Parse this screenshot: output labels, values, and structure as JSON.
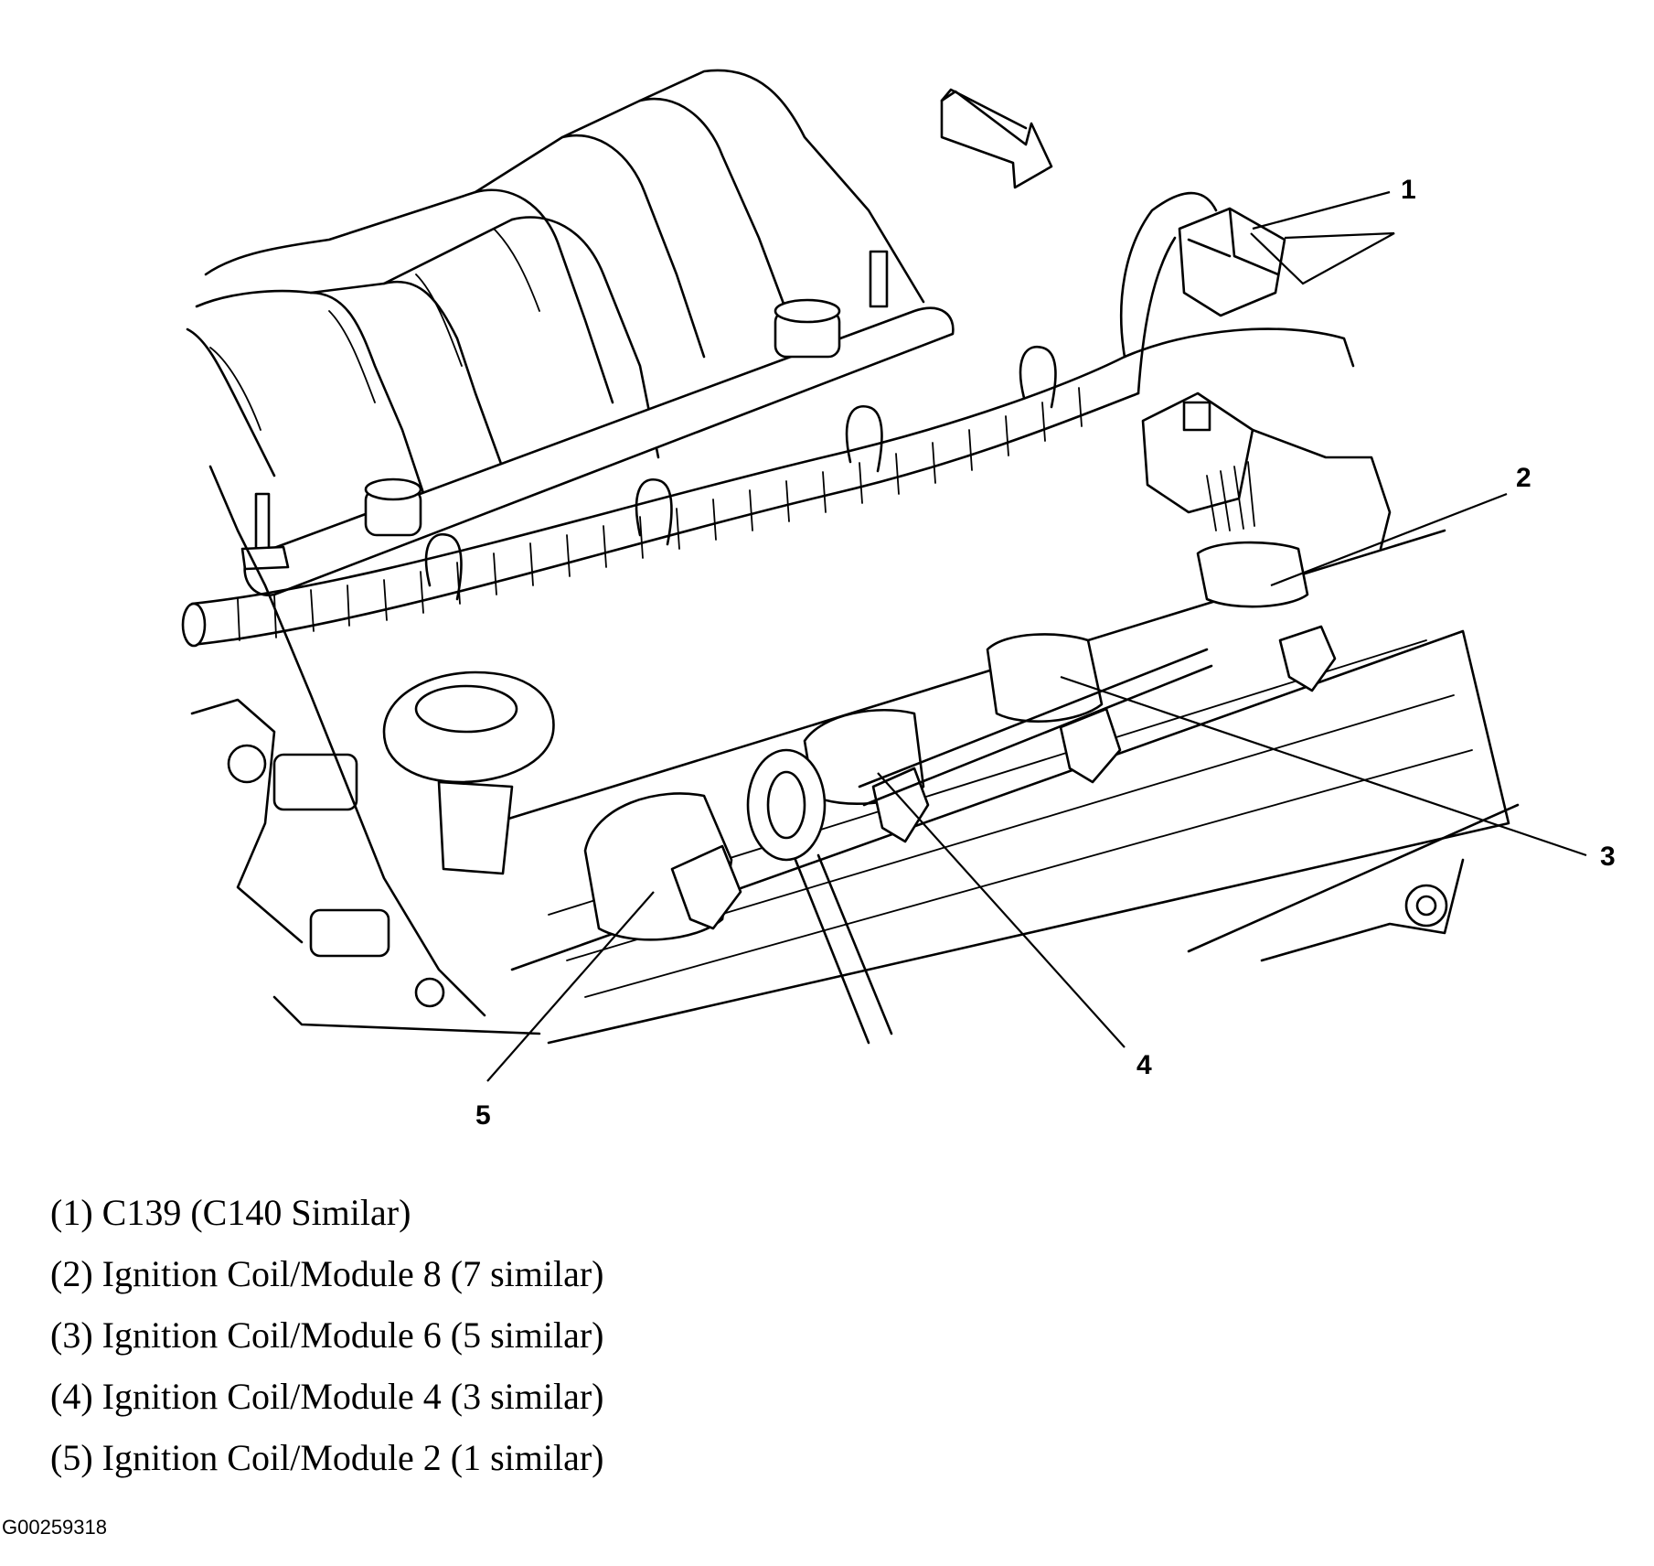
{
  "callouts": [
    "1",
    "2",
    "3",
    "4",
    "5"
  ],
  "legend": [
    "(1) C139 (C140 Similar)",
    "(2) Ignition Coil/Module 8 (7 similar)",
    "(3) Ignition Coil/Module 6 (5 similar)",
    "(4) Ignition Coil/Module 4 (3 similar)",
    "(5) Ignition Coil/Module 2 (1 similar)"
  ],
  "figure_id": "G00259318",
  "colors": {
    "ink": "#000000",
    "paper": "#ffffff"
  }
}
